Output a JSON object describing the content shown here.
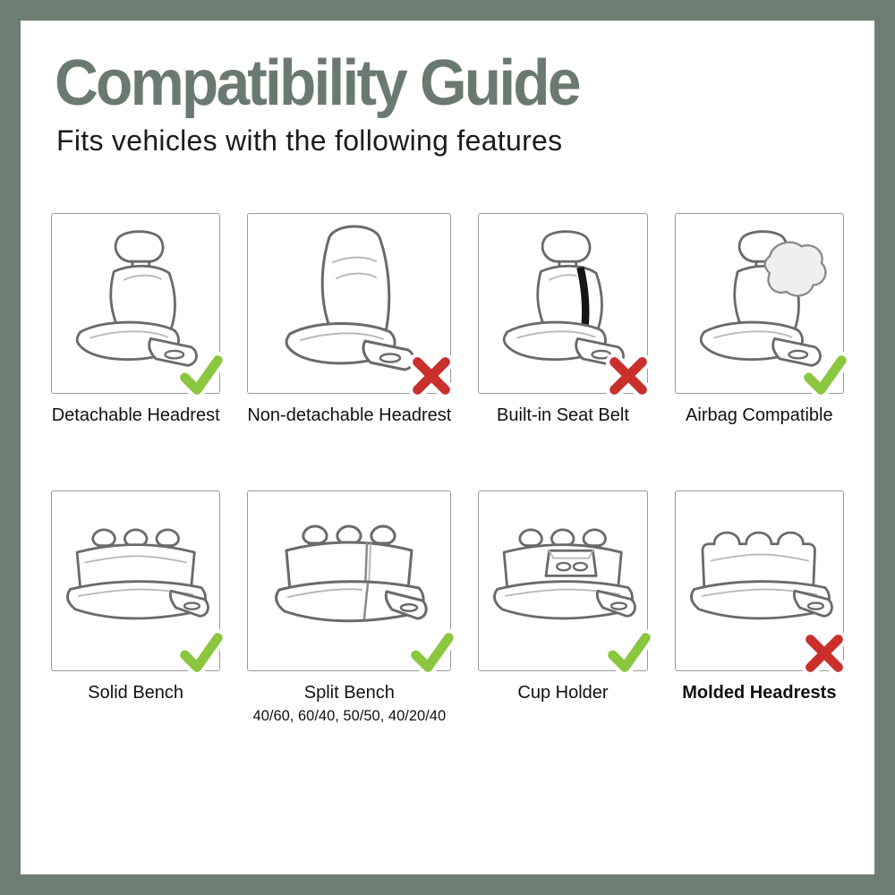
{
  "header": {
    "title": "Compatibility Guide",
    "subtitle": "Fits vehicles with the following features"
  },
  "colors": {
    "frame": "#6f7e73",
    "title_text": "#6b7a70",
    "check": "#8bc63f",
    "cross": "#c9302c",
    "line_art": "#6a6a6a"
  },
  "items": [
    {
      "label": "Detachable Headrest",
      "status": "check",
      "icon": "seat-detachable-headrest-icon"
    },
    {
      "label": "Non-detachable Headrest",
      "status": "cross",
      "icon": "seat-non-detachable-headrest-icon"
    },
    {
      "label": "Built-in Seat Belt",
      "status": "cross",
      "icon": "seat-built-in-seat-belt-icon"
    },
    {
      "label": "Airbag Compatible",
      "status": "check",
      "icon": "seat-airbag-icon"
    },
    {
      "label": "Solid Bench",
      "status": "check",
      "icon": "bench-solid-icon"
    },
    {
      "label": "Split Bench",
      "sublabel": "40/60, 60/40, 50/50, 40/20/40",
      "status": "check",
      "icon": "bench-split-icon"
    },
    {
      "label": "Cup Holder",
      "status": "check",
      "icon": "bench-cup-holder-icon"
    },
    {
      "label": "Molded Headrests",
      "status": "cross",
      "bold": "true",
      "icon": "bench-molded-headrests-icon"
    }
  ]
}
